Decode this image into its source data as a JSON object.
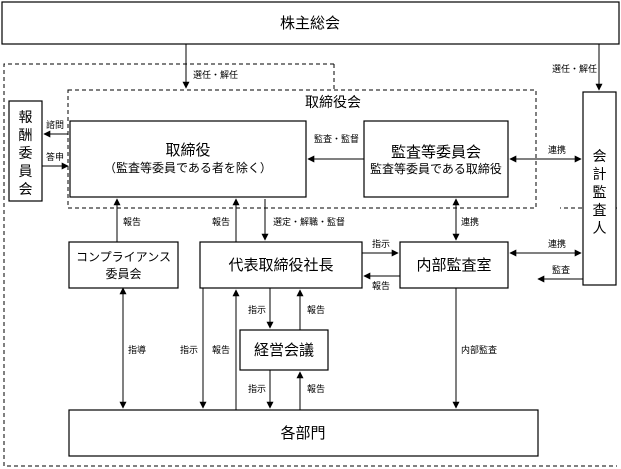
{
  "nodes": {
    "shareholders": "株主総会",
    "board_region": "取締役会",
    "directors": "取締役",
    "directors_note": "（監査等委員である者を除く）",
    "audit_committee": "監査等委員会",
    "audit_committee_note": "監査等委員である取締役",
    "compensation_committee": [
      "報",
      "酬",
      "委",
      "員",
      "会"
    ],
    "accounting_auditor": [
      "会",
      "計",
      "監",
      "査",
      "人"
    ],
    "compliance_committee": [
      "コンプライアンス",
      "委員会"
    ],
    "president": "代表取締役社長",
    "internal_audit": "内部監査室",
    "management_meeting": "経営会議",
    "departments": "各部門"
  },
  "edges": {
    "appoint_dismiss_board": "選任・解任",
    "appoint_dismiss_auditor": "選任・解任",
    "consult": "諮問",
    "report_back": "答申",
    "audit_supervise": "監査・監督",
    "cooperation_auditor": "連携",
    "cooperation_internal": "連携",
    "cooperation_internal_auditor": "連携",
    "audit_by_auditor": "監査",
    "report_compliance": "報告",
    "report_president": "報告",
    "select_dismiss_supervise": "選定・解職・監督",
    "instruct_internal": "指示",
    "report_internal": "報告",
    "instruct_meeting": "指示",
    "report_meeting": "報告",
    "guidance": "指導",
    "instruct_depts": "指示",
    "report_depts": "報告",
    "instruct_meeting_depts": "指示",
    "report_meeting_depts": "報告",
    "internal_auditing": "内部監査"
  }
}
